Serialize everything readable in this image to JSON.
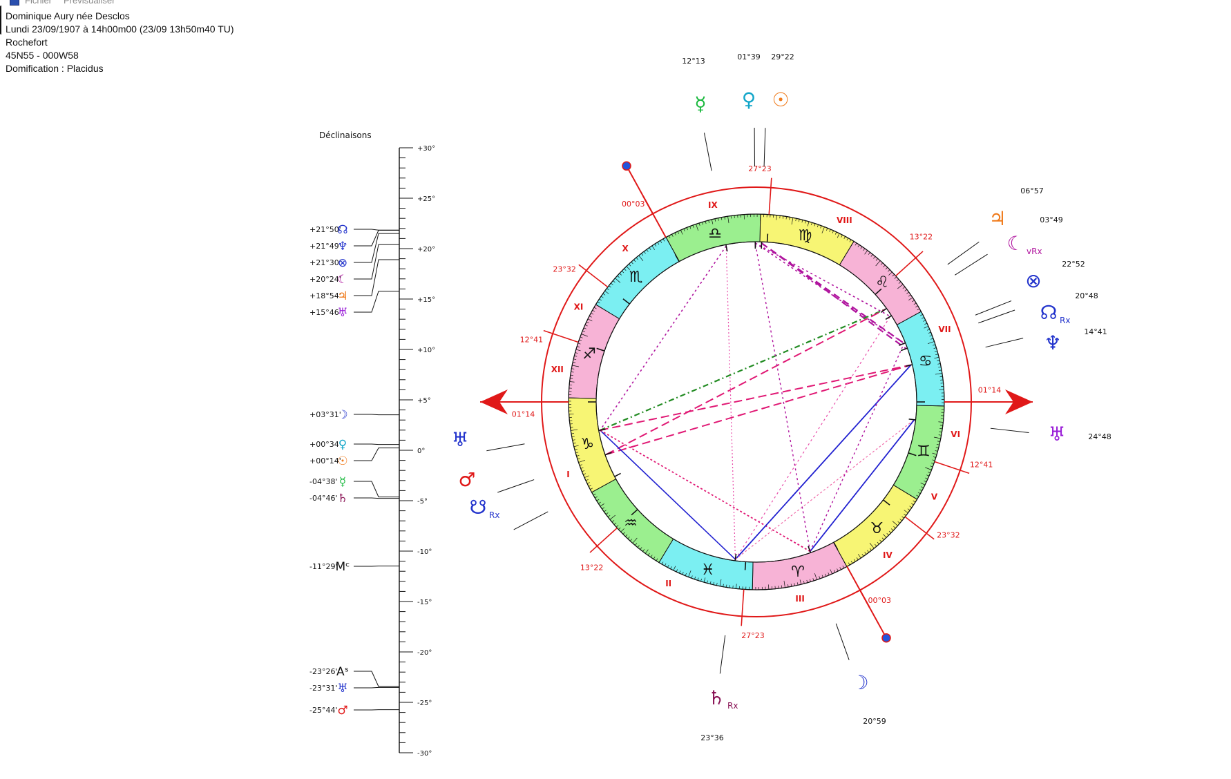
{
  "topbar": {
    "menu_file": "Fichier",
    "menu_prev": "Prévisualiser"
  },
  "header": {
    "name": "Dominique Aury née Desclos",
    "date": "Lundi  23/09/1907 à 14h00m00 (23/09 13h50m40 TU)",
    "place": "Rochefort",
    "coords": "45N55 - 000W58",
    "house_system": "Domification : Placidus"
  },
  "declinations": {
    "title": "Déclinaisons",
    "scale": [
      "+30°",
      "+25°",
      "+20°",
      "+15°",
      "+10°",
      "+5°",
      "0°",
      "-5°",
      "-10°",
      "-15°",
      "-20°",
      "-25°",
      "-30°"
    ],
    "entries": [
      {
        "label": "+21°50'",
        "glyph": "☊",
        "color": "#2233cc",
        "value": 21.83
      },
      {
        "label": "+21°49'",
        "glyph": "♆",
        "color": "#2233cc",
        "value": 21.82
      },
      {
        "label": "+21°30'",
        "glyph": "⊗",
        "color": "#2233cc",
        "value": 21.5
      },
      {
        "label": "+20°24'",
        "glyph": "☾",
        "color": "#b0149e",
        "value": 20.4
      },
      {
        "label": "+18°54'",
        "glyph": "♃",
        "color": "#f07a1a",
        "value": 18.9
      },
      {
        "label": "+15°46'",
        "glyph": "♅",
        "color": "#9a1ed8",
        "value": 15.77
      },
      {
        "label": "+03°31'",
        "glyph": "☽",
        "color": "#2233cc",
        "value": 3.52
      },
      {
        "label": "+00°34'",
        "glyph": "♀",
        "color": "#13a6c9",
        "value": 0.57
      },
      {
        "label": "+00°14'",
        "glyph": "☉",
        "color": "#f07a1a",
        "value": 0.23
      },
      {
        "label": "-04°38'",
        "glyph": "☿",
        "color": "#18b83c",
        "value": -4.63
      },
      {
        "label": "-04°46'",
        "glyph": "♄",
        "color": "#8a1456",
        "value": -4.77
      },
      {
        "label": "-11°29'",
        "glyph": "Mᶜ",
        "color": "#111111",
        "value": -11.48
      },
      {
        "label": "-23°26'",
        "glyph": "Aˢ",
        "color": "#111111",
        "value": -23.43
      },
      {
        "label": "-23°31'",
        "glyph": "♅",
        "color": "#2233cc",
        "value": -23.52
      },
      {
        "label": "-25°44'",
        "glyph": "♂",
        "color": "#e01818",
        "value": -25.73
      }
    ]
  },
  "cusps": [
    {
      "numeral": "I",
      "deg": "01°14",
      "lon": 271.23
    },
    {
      "numeral": "II",
      "deg": "13°22",
      "lon": 313.37
    },
    {
      "numeral": "III",
      "deg": "27°23",
      "lon": 357.38
    },
    {
      "numeral": "IV",
      "deg": "00°03",
      "lon": 30.05
    },
    {
      "numeral": "V",
      "deg": "23°32",
      "lon": 53.53
    },
    {
      "numeral": "VI",
      "deg": "12°41",
      "lon": 72.68
    },
    {
      "numeral": "VII",
      "deg": "01°14",
      "lon": 91.23
    },
    {
      "numeral": "VIII",
      "deg": "13°22",
      "lon": 133.37
    },
    {
      "numeral": "IX",
      "deg": "27°23",
      "lon": 177.38
    },
    {
      "numeral": "X",
      "deg": "00°03",
      "lon": 210.05
    },
    {
      "numeral": "XI",
      "deg": "23°32",
      "lon": 233.53
    },
    {
      "numeral": "XII",
      "deg": "12°41",
      "lon": 252.68
    }
  ],
  "signs": [
    {
      "glyph": "♈",
      "color": "#f7b3d6"
    },
    {
      "glyph": "♉",
      "color": "#f7f574"
    },
    {
      "glyph": "♊",
      "color": "#9bef8f"
    },
    {
      "glyph": "♋",
      "color": "#7beff2"
    },
    {
      "glyph": "♌",
      "color": "#f7b3d6"
    },
    {
      "glyph": "♍",
      "color": "#f7f574"
    },
    {
      "glyph": "♎",
      "color": "#9bef8f"
    },
    {
      "glyph": "♏",
      "color": "#7beff2"
    },
    {
      "glyph": "♐",
      "color": "#f7b3d6"
    },
    {
      "glyph": "♑",
      "color": "#f7f574"
    },
    {
      "glyph": "♒",
      "color": "#9bef8f"
    },
    {
      "glyph": "♓",
      "color": "#7beff2"
    }
  ],
  "planets": [
    {
      "name": "mercury",
      "glyph": "☿",
      "sub": "",
      "color": "#18b83c",
      "deg": "12°13",
      "lon": 192.2
    },
    {
      "name": "venus",
      "glyph": "♀",
      "sub": "",
      "color": "#13a6c9",
      "deg": "01°39",
      "lon": 181.65
    },
    {
      "name": "sun",
      "glyph": "☉",
      "sub": "",
      "color": "#f07a1a",
      "deg": "29°22",
      "lon": 179.37
    },
    {
      "name": "jupiter",
      "glyph": "♃",
      "sub": "",
      "color": "#f07a1a",
      "deg": "06°57",
      "lon": 126.95
    },
    {
      "name": "lilith",
      "glyph": "☾",
      "sub": "vRx",
      "color": "#b0149e",
      "deg": "03°49",
      "lon": 123.82
    },
    {
      "name": "fortune",
      "glyph": "⊗",
      "sub": "",
      "color": "#2233cc",
      "deg": "22°52",
      "lon": 112.87
    },
    {
      "name": "north-node",
      "glyph": "☊",
      "sub": "Rx",
      "color": "#2233cc",
      "deg": "20°48",
      "lon": 110.8
    },
    {
      "name": "neptune",
      "glyph": "♆",
      "sub": "",
      "color": "#2233cc",
      "deg": "14°41",
      "lon": 104.68
    },
    {
      "name": "pluto",
      "glyph": "♅",
      "sub": "",
      "color": "#9a1ed8",
      "deg": "24°48",
      "lon": 84.8
    },
    {
      "name": "uranus",
      "glyph": "♅",
      "sub": "",
      "color": "#2233cc",
      "deg": "",
      "lon": 281.5
    },
    {
      "name": "mars",
      "glyph": "♂",
      "sub": "",
      "color": "#e01818",
      "deg": "",
      "lon": 290.5
    },
    {
      "name": "south-node",
      "glyph": "☋",
      "sub": "Rx",
      "color": "#2233cc",
      "deg": "",
      "lon": 299
    },
    {
      "name": "saturn",
      "glyph": "♄",
      "sub": "Rx",
      "color": "#8a1456",
      "deg": "23°36",
      "lon": 353.6
    },
    {
      "name": "moon",
      "glyph": "☽",
      "sub": "",
      "color": "#2233cc",
      "deg": "20°59",
      "lon": 20.98
    }
  ]
}
